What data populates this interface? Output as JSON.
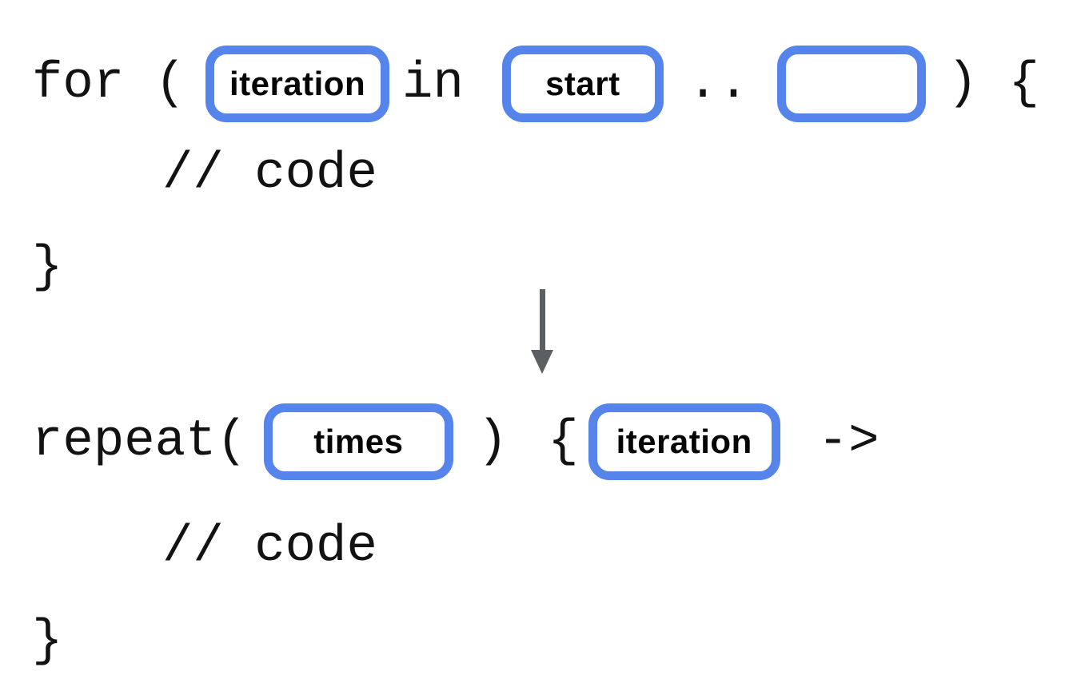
{
  "colors": {
    "slot_border": "#5584EA",
    "code_text": "#121212",
    "label_text": "#050505",
    "arrow": "#5c5f62",
    "background": "#ffffff"
  },
  "before_block": {
    "keyword_open": "for (",
    "slot_iteration": "iteration",
    "operator_in": "in",
    "slot_start": "start",
    "range_operator": "..",
    "keyword_close": ") {",
    "comment": "// code",
    "closing_brace": "}"
  },
  "transform_arrow": {
    "direction": "down"
  },
  "after_block": {
    "keyword_open": "repeat(",
    "slot_times": "times",
    "paren_close": ")",
    "brace_open": "{",
    "slot_iteration": "iteration",
    "lambda_arrow": "->",
    "comment": "// code",
    "closing_brace": "}"
  }
}
